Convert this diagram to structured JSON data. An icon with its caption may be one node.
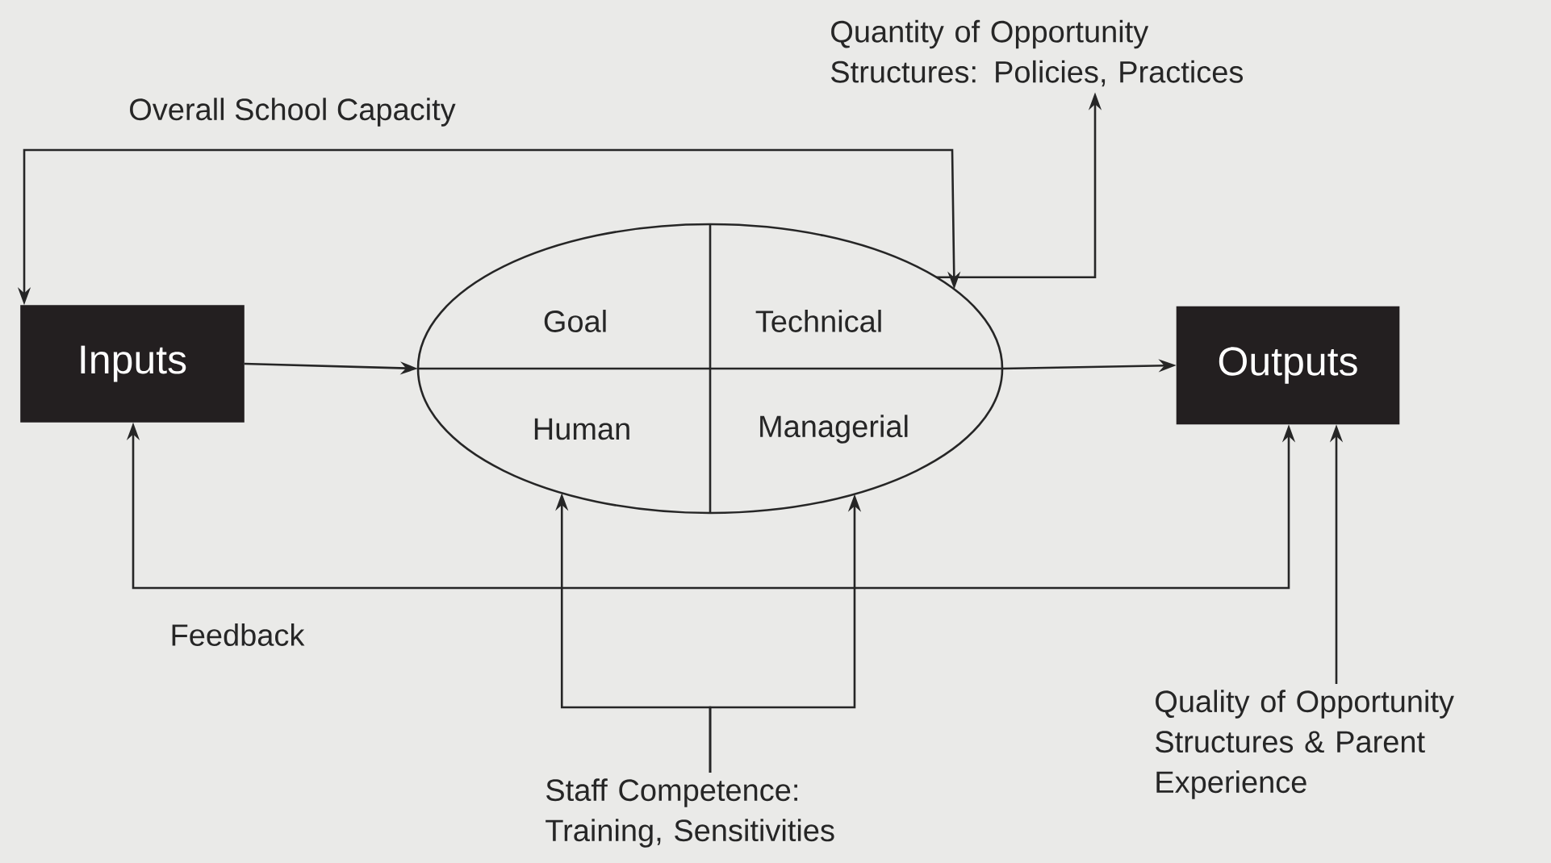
{
  "diagram": {
    "nodes": [
      {
        "text": [
          "Inputs"
        ]
      },
      {
        "text": [
          "Goal",
          "Technical",
          "Human",
          "Managerial"
        ]
      },
      {
        "text": [
          "Outputs"
        ]
      },
      {
        "text": [
          "Quantity of Opportunity Structures: Policies, Practices"
        ]
      },
      {
        "text": [
          "Staff Competence: Training, Sensitivities"
        ]
      },
      {
        "text": [
          "Quality of Opportunity Structures & Parent Experience"
        ]
      }
    ],
    "edges": [
      {
        "from": 0,
        "to": 1,
        "arrow": "to"
      },
      {
        "from": 1,
        "to": 2,
        "arrow": "to"
      },
      {
        "from": 0,
        "to": 1,
        "arrow": "both",
        "label": "Overall School Capacity"
      },
      {
        "from": 1,
        "to": 3,
        "arrow": "to"
      },
      {
        "from": 2,
        "to": 0,
        "arrow": "both",
        "label": "Feedback"
      },
      {
        "from": 4,
        "to": 1,
        "arrow": "to"
      },
      {
        "from": 4,
        "to": 1,
        "arrow": "to"
      },
      {
        "from": 5,
        "to": 2,
        "arrow": "to"
      }
    ]
  }
}
